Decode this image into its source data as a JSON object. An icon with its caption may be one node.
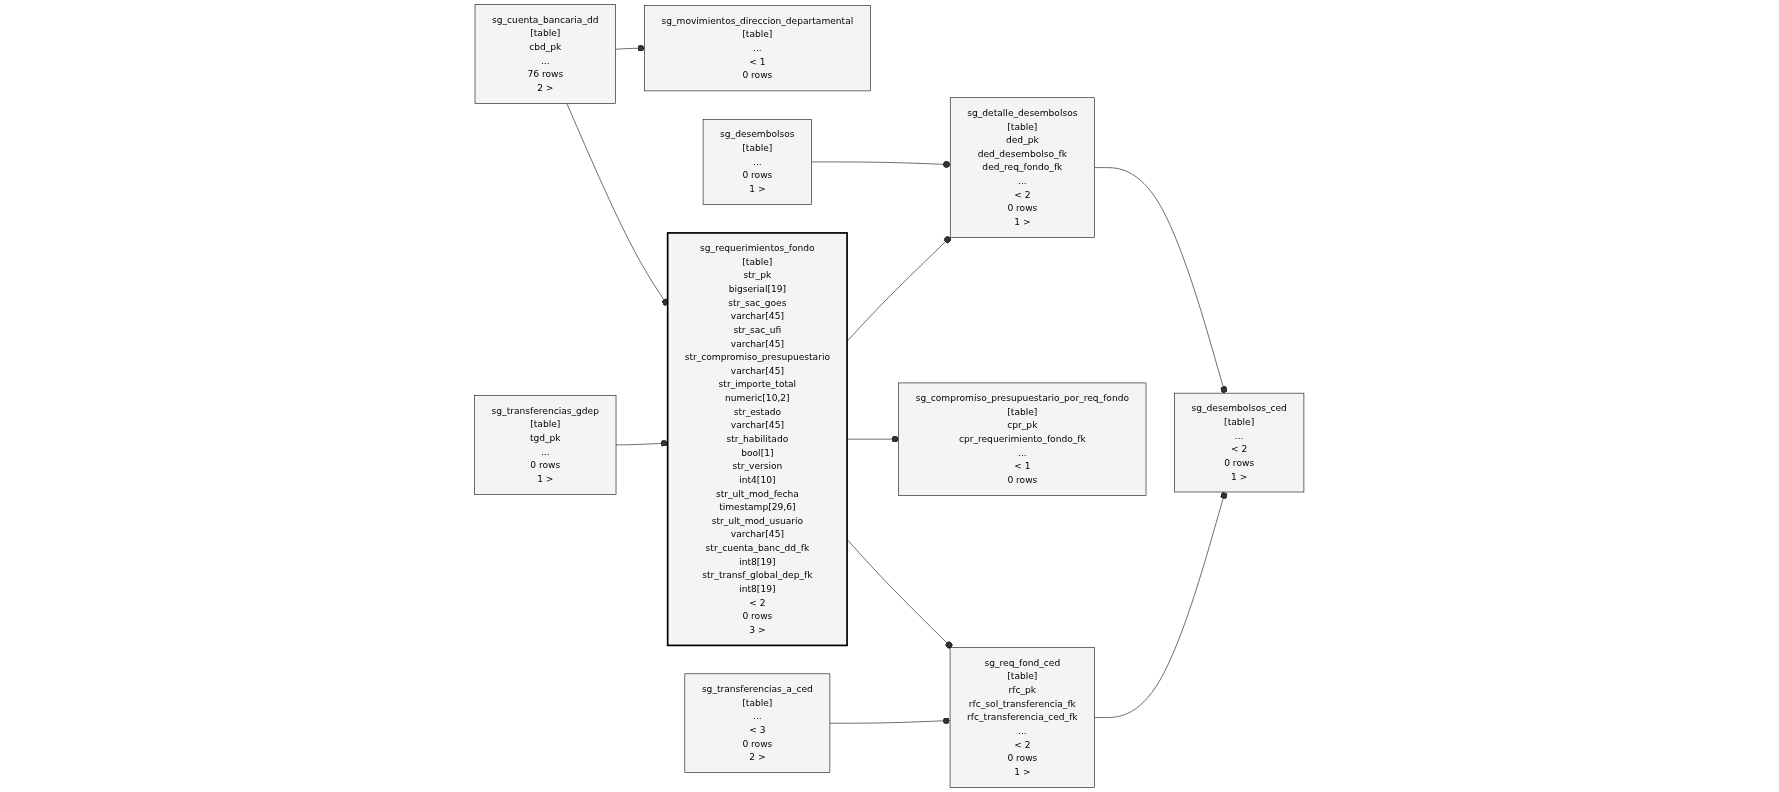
{
  "diagram": {
    "nodes": [
      {
        "text": [
          "sg_movimientos_direccion_departamental",
          "[table]",
          "...",
          "< 1",
          "0 rows"
        ]
      },
      {
        "text": [
          "sg_desembolsos",
          "[table]",
          "...",
          "0 rows",
          "1 >"
        ]
      },
      {
        "text": [
          "sg_detalle_desembolsos",
          "[table]",
          "ded_pk",
          "ded_desembolso_fk",
          "ded_req_fondo_fk",
          "...",
          "< 2",
          "0 rows",
          "1 >"
        ]
      },
      {
        "text": [
          "sg_cuenta_bancaria_dd",
          "[table]",
          "cbd_pk",
          "...",
          "76 rows",
          "2 >"
        ]
      },
      {
        "text": [
          "sg_requerimientos_fondo",
          "[table]",
          "str_pk",
          "bigserial[19]",
          "str_sac_goes",
          "varchar[45]",
          "str_sac_ufi",
          "varchar[45]",
          "str_compromiso_presupuestario",
          "varchar[45]",
          "str_importe_total",
          "numeric[10,2]",
          "str_estado",
          "varchar[45]",
          "str_habilitado",
          "bool[1]",
          "str_version",
          "int4[10]",
          "str_ult_mod_fecha",
          "timestamp[29,6]",
          "str_ult_mod_usuario",
          "varchar[45]",
          "str_cuenta_banc_dd_fk",
          "int8[19]",
          "str_transf_global_dep_fk",
          "int8[19]",
          "< 2",
          "0 rows",
          "3 >"
        ]
      },
      {
        "text": [
          "sg_compromiso_presupuestario_por_req_fondo",
          "[table]",
          "cpr_pk",
          "cpr_requerimiento_fondo_fk",
          "...",
          "< 1",
          "0 rows"
        ]
      },
      {
        "text": [
          "sg_desembolsos_ced",
          "[table]",
          "...",
          "< 2",
          "0 rows",
          "1 >"
        ]
      },
      {
        "text": [
          "sg_req_fond_ced",
          "[table]",
          "rfc_pk",
          "rfc_sol_transferencia_fk",
          "rfc_transferencia_ced_fk",
          "...",
          "< 2",
          "0 rows",
          "1 >"
        ]
      },
      {
        "text": [
          "sg_transferencias_gdep",
          "[table]",
          "tgd_pk",
          "...",
          "0 rows",
          "1 >"
        ]
      },
      {
        "text": [
          "sg_transferencias_a_ced",
          "[table]",
          "...",
          "< 3",
          "0 rows",
          "2 >"
        ]
      }
    ],
    "edges": [
      {
        "from": 3,
        "to": 0,
        "arrow": "other"
      },
      {
        "from": 3,
        "to": 4,
        "arrow": "other"
      },
      {
        "from": 8,
        "to": 4,
        "arrow": "other"
      },
      {
        "from": 1,
        "to": 2,
        "arrow": "other"
      },
      {
        "from": 4,
        "to": 2,
        "arrow": "other"
      },
      {
        "from": 4,
        "to": 5,
        "arrow": "other"
      },
      {
        "from": 4,
        "to": 7,
        "arrow": "other"
      },
      {
        "from": 9,
        "to": 7,
        "arrow": "other"
      },
      {
        "from": 2,
        "to": 6,
        "arrow": "other"
      },
      {
        "from": 7,
        "to": 6,
        "arrow": "other"
      }
    ]
  }
}
